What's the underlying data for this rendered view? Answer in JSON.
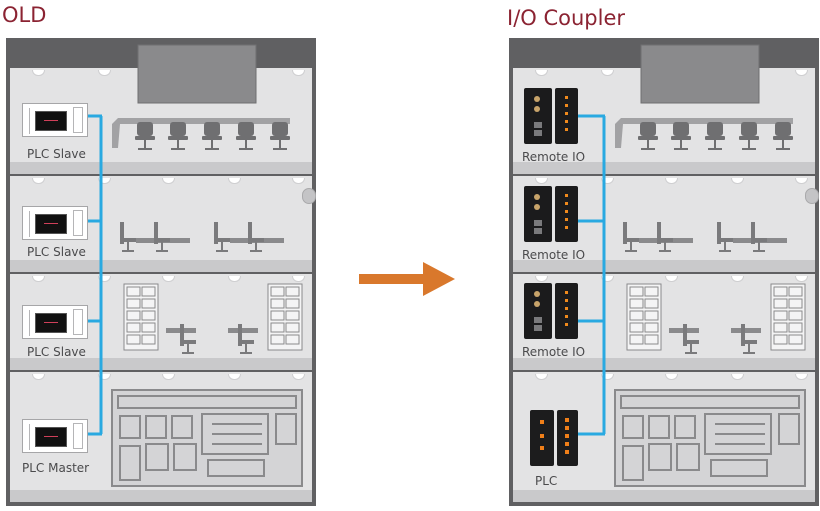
{
  "headings": {
    "old": "OLD",
    "new": "I/O Coupler"
  },
  "old_building": {
    "devices": [
      {
        "label": "PLC Slave"
      },
      {
        "label": "PLC Slave"
      },
      {
        "label": "PLC Slave"
      },
      {
        "label": "PLC Master"
      }
    ]
  },
  "new_building": {
    "devices": [
      {
        "label": "Remote IO"
      },
      {
        "label": "Remote IO"
      },
      {
        "label": "Remote IO"
      },
      {
        "label": "PLC"
      }
    ]
  },
  "colors": {
    "heading": "#8b2332",
    "building": "#606062",
    "floor": "#e3e3e4",
    "network_line": "#29a9e1",
    "arrow": "#d9782c"
  }
}
